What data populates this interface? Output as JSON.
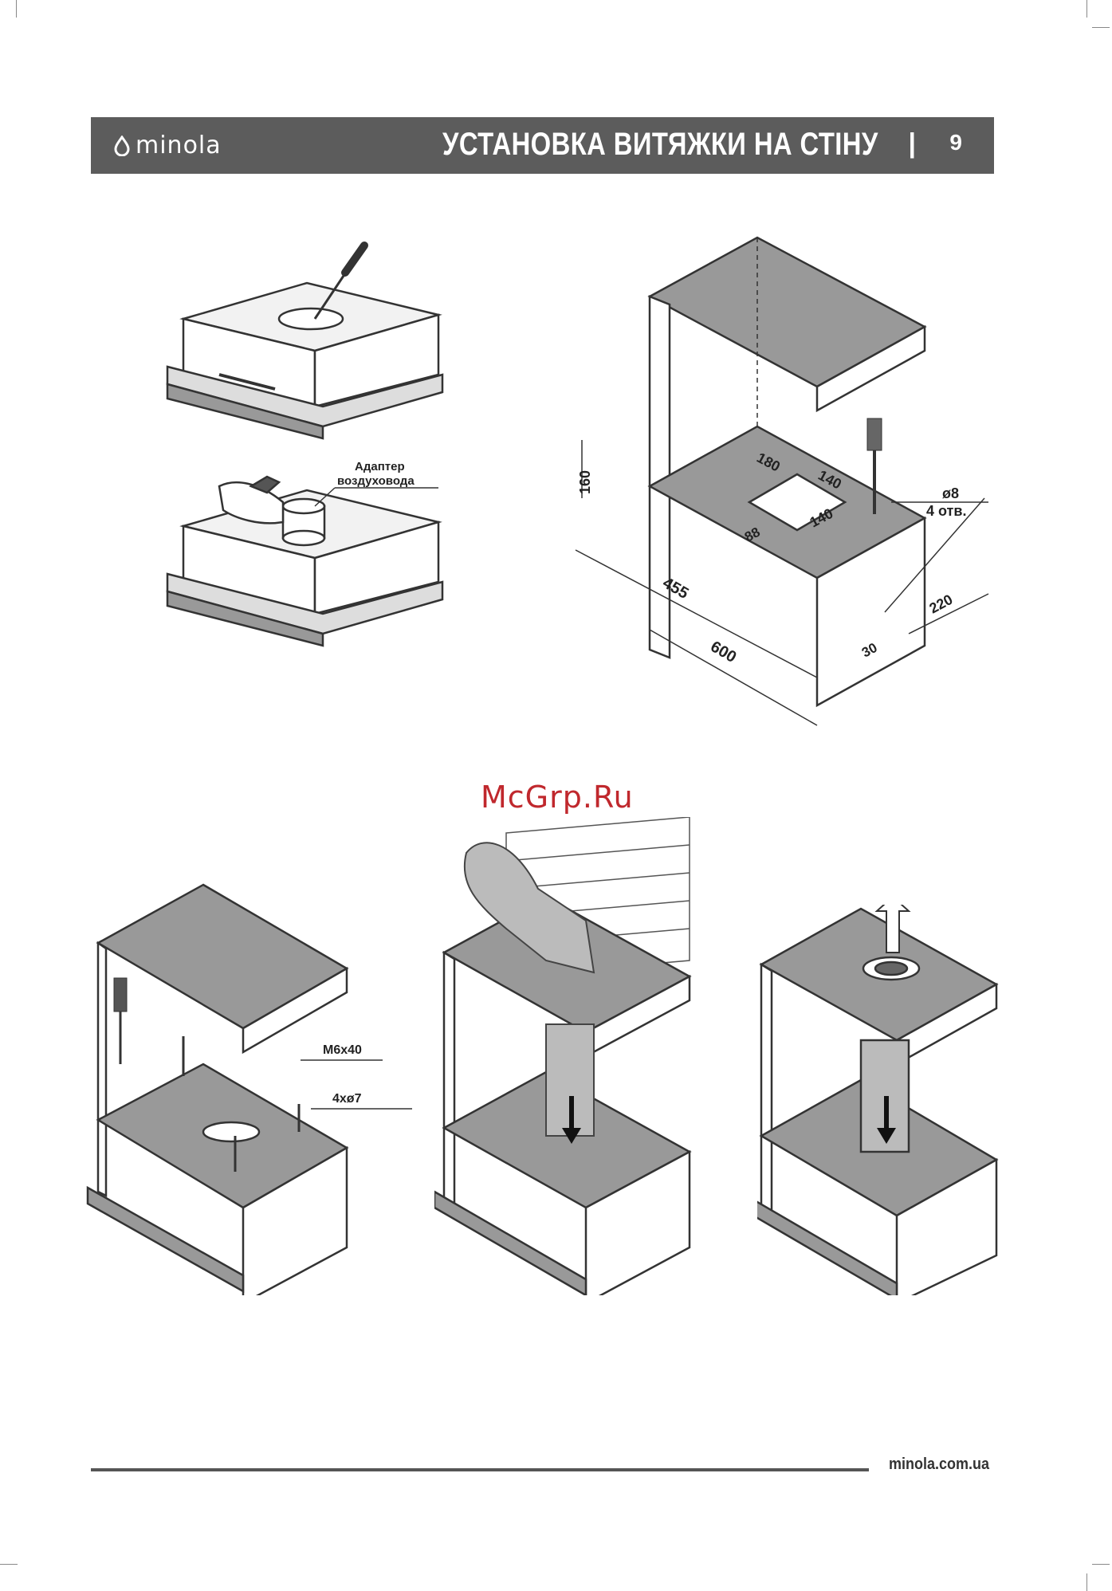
{
  "header": {
    "brand": "minola",
    "title": "УСТАНОВКА ВИТЯЖКИ НА СТІНУ",
    "separator": "|",
    "page_number": "9"
  },
  "figure1": {
    "adapter_label_line1": "Адаптер",
    "adapter_label_line2": "воздуховода"
  },
  "figure2": {
    "dims": {
      "d160": "160",
      "d180": "180",
      "d140a": "140",
      "d140b": "140",
      "d88": "88",
      "d455": "455",
      "d600": "600",
      "d220": "220",
      "d30": "30",
      "hole_diameter": "ø8",
      "hole_count": "4 отв."
    }
  },
  "figure3": {
    "screw_label": "M6x40",
    "holes_label": "4xø7"
  },
  "watermark": "McGrp.Ru",
  "footer": {
    "url": "minola.com.ua"
  }
}
